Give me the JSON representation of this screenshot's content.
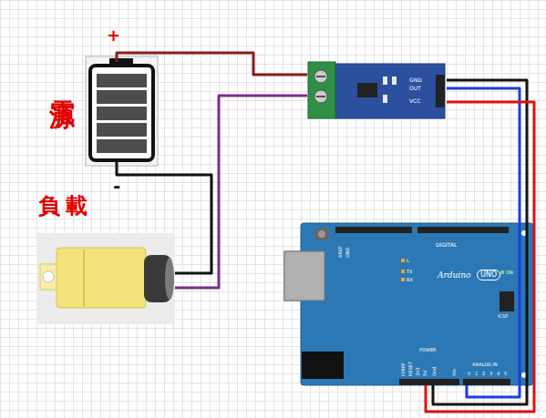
{
  "diagram": {
    "nodes": [
      {
        "text": [
          "電源"
        ]
      },
      {
        "text": [
          "VCC",
          "OUT",
          "GND"
        ]
      },
      {
        "text": [
          "負載"
        ]
      },
      {
        "text": [
          "Arduino",
          "UNO"
        ]
      }
    ],
    "edges": [
      {
        "from": 0,
        "to": 1,
        "arrow": "none"
      },
      {
        "from": 1,
        "to": 2,
        "arrow": "none"
      },
      {
        "from": 0,
        "to": 2,
        "arrow": "none"
      },
      {
        "from": 1,
        "to": 3,
        "arrow": "none"
      },
      {
        "from": 1,
        "to": 3,
        "arrow": "none"
      },
      {
        "from": 1,
        "to": 3,
        "arrow": "none"
      }
    ],
    "labels": [
      "+",
      "-",
      "DIGITAL",
      "L",
      "TX",
      "RX",
      "ON",
      "ICSP",
      "AREF",
      "GND",
      "IOREF",
      "RESET",
      "3V3",
      "5V",
      "Gnd",
      "Vin",
      "POWER",
      "ANALOG IN",
      "0",
      "1",
      "2",
      "3",
      "4",
      "5"
    ]
  }
}
